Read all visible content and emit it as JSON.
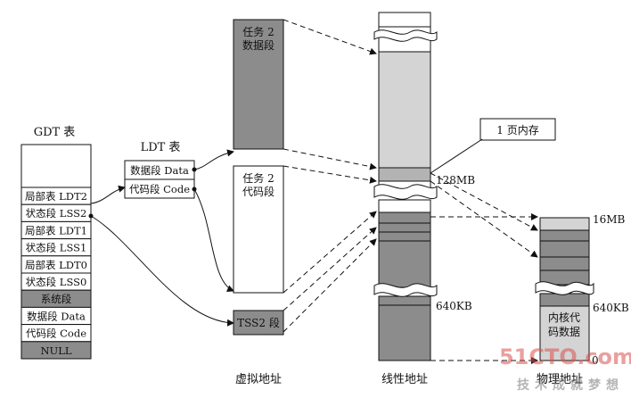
{
  "gdt": {
    "title": "GDT 表",
    "rows": [
      "局部表 LDT2",
      "状态段 LSS2",
      "局部表 LDT1",
      "状态段 LSS1",
      "局部表 LDT0",
      "状态段 LSS0",
      "系统段",
      "数据段 Data",
      "代码段 Code",
      "NULL"
    ]
  },
  "ldt": {
    "title": "LDT 表",
    "rows": [
      "数据段 Data",
      "代码段 Code"
    ]
  },
  "virtual": {
    "task2_data_line1": "任务 2",
    "task2_data_line2": "数据段",
    "task2_code_line1": "任务 2",
    "task2_code_line2": "代码段",
    "tss2": "TSS2 段",
    "caption": "虚拟地址"
  },
  "linear": {
    "caption": "线性地址",
    "label_128mb": "128MB",
    "label_640kb": "640KB"
  },
  "page_callout": "1 页内存",
  "physical": {
    "caption": "物理地址",
    "label_16mb": "16MB",
    "label_640kb": "640KB",
    "label_0": "0",
    "kernel_line1": "内核代",
    "kernel_line2": "码数据"
  },
  "watermark": {
    "logo": "51CTO.com",
    "slogan": "技术成就梦想"
  },
  "colors": {
    "dark_gray": "#8c8c8c",
    "light_gray": "#d4d4d4",
    "mid_gray": "#b3b3b3",
    "watermark_red": "#d9534f"
  }
}
